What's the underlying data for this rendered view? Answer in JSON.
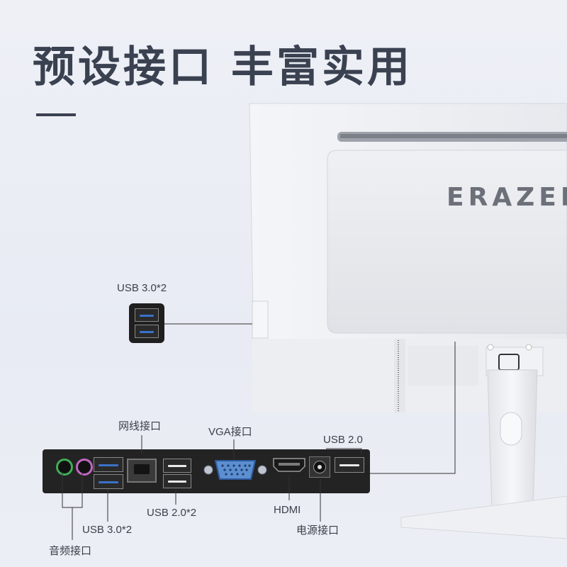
{
  "headline": {
    "left": "预设接口",
    "right": "丰富实用"
  },
  "brand": "ERAZER",
  "callouts": {
    "usb3_side": "USB 3.0*2",
    "lan": "网线接口",
    "vga": "VGA接口",
    "usb20_single": "USB 2.0",
    "usb20_double": "USB 2.0*2",
    "hdmi": "HDMI",
    "usb30_rear": "USB 3.0*2",
    "power": "电源接口",
    "audio": "音频接口"
  },
  "colors": {
    "headline": "#3a4150",
    "panel": "#232323",
    "usb3_blue": "#3a72c8",
    "audio_green": "#3fae56",
    "audio_pink": "#c267c2",
    "vga_blue": "#5c8fd0",
    "monitor_white": "#f3f4f7"
  },
  "icons": [
    "monitor-illustration",
    "stand-illustration",
    "usb3-port-icon",
    "usb2-port-icon",
    "ethernet-port-icon",
    "vga-port-icon",
    "hdmi-port-icon",
    "dc-power-port-icon",
    "audio-jack-icon"
  ]
}
